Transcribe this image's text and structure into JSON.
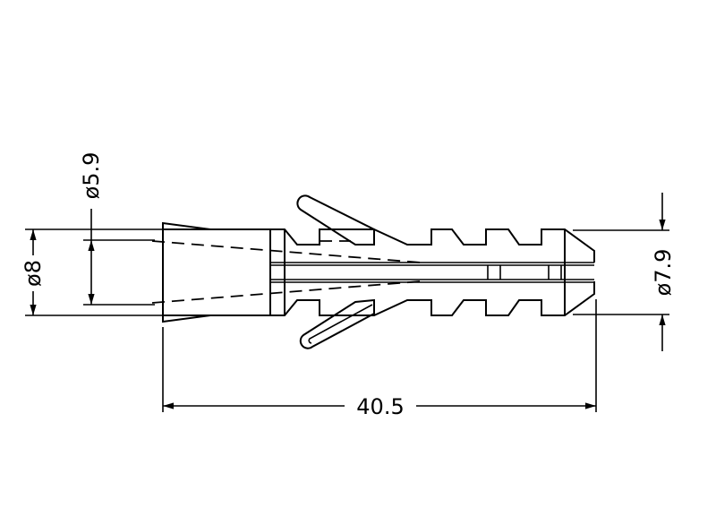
{
  "drawing": {
    "title": "Wall plug side view",
    "line_color": "#000000",
    "background": "#ffffff"
  },
  "dimensions": {
    "outer_diameter_collar": "ø8",
    "inner_diameter_bore": "ø5.9",
    "outer_diameter_tip": "ø7.9",
    "overall_length": "40.5"
  }
}
